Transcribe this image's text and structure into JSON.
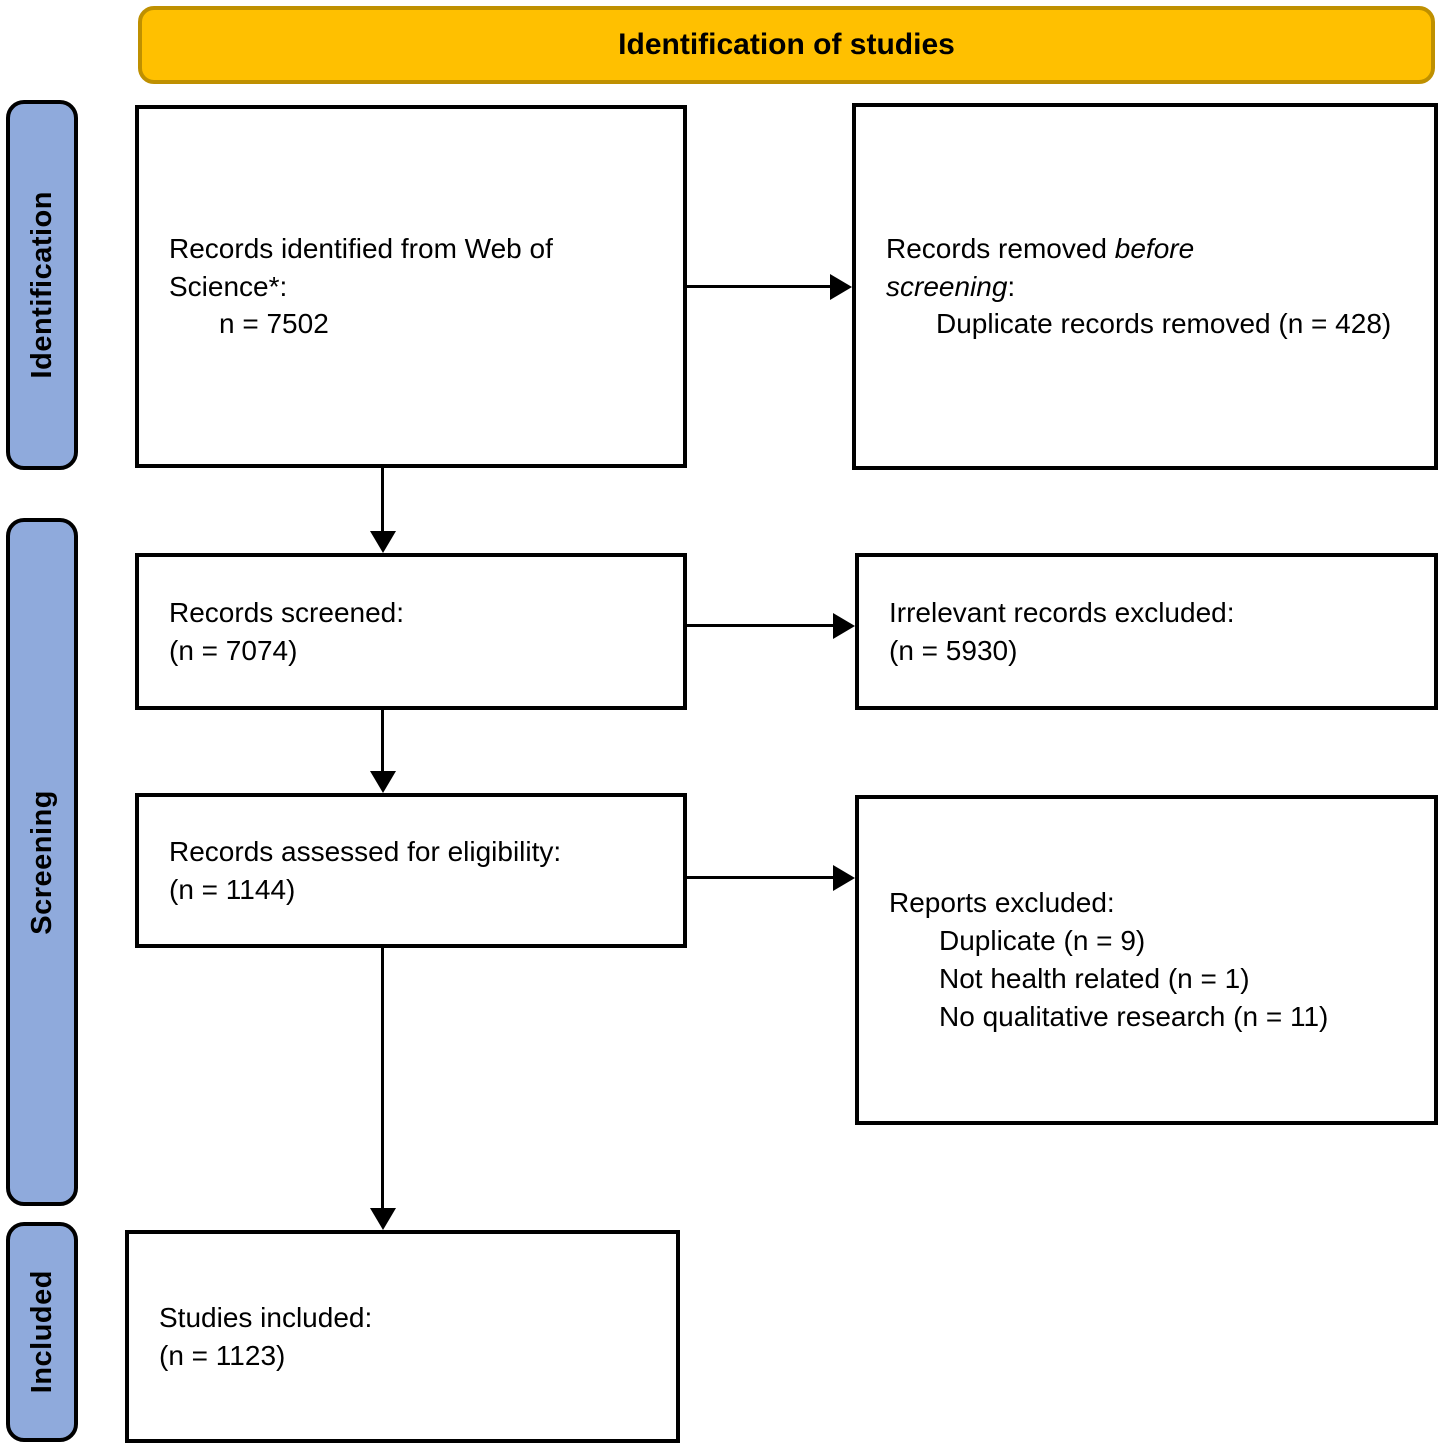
{
  "header": {
    "title": "Identification of studies",
    "fill": "#FFC000",
    "border": "#BF9000"
  },
  "sidebar": {
    "fill": "#8FAADC",
    "border": "#000000",
    "stages": [
      {
        "label": "Identification"
      },
      {
        "label": "Screening"
      },
      {
        "label": "Included"
      }
    ]
  },
  "boxes": {
    "identified": {
      "line1": "Records identified from Web of Science*:",
      "line2": "n = 7502"
    },
    "removed_before_screening": {
      "line1_prefix": "Records removed ",
      "line1_italic": "before screening",
      "line1_suffix": ":",
      "items": [
        "Duplicate records removed (n = 428)"
      ]
    },
    "screened": {
      "line1": "Records screened:",
      "line2": "(n = 7074)"
    },
    "irrelevant_excluded": {
      "line1": "Irrelevant records excluded:",
      "line2": "(n = 5930)"
    },
    "assessed": {
      "line1": "Records assessed for eligibility:",
      "line2": "(n = 1144)"
    },
    "reports_excluded": {
      "title": "Reports excluded:",
      "items": [
        "Duplicate (n = 9)",
        "Not health related (n = 1)",
        "No qualitative research (n = 11)"
      ]
    },
    "included": {
      "line1": "Studies included:",
      "line2": "(n = 1123)"
    }
  }
}
